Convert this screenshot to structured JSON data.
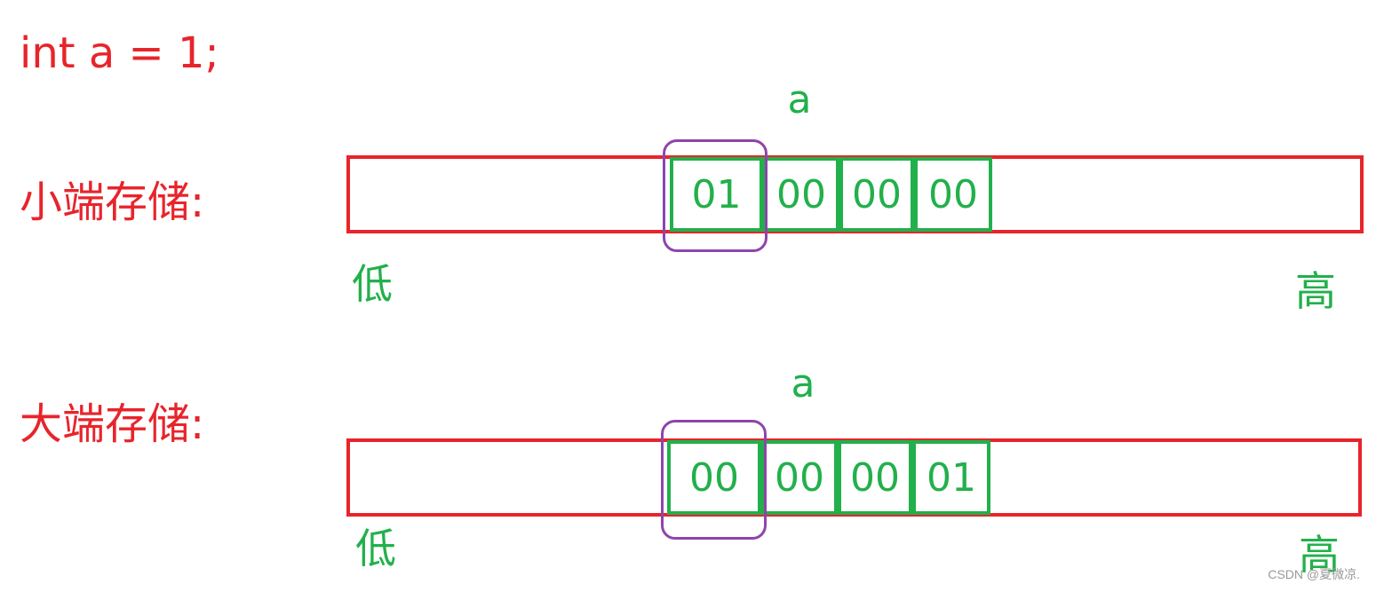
{
  "code": "int a = 1;",
  "rows": [
    {
      "label": "小端存储:",
      "var_label": "a",
      "bytes": [
        "01",
        "00",
        "00",
        "00"
      ],
      "low_label": "低",
      "high_label": "高"
    },
    {
      "label": "大端存储:",
      "var_label": "a",
      "bytes": [
        "00",
        "00",
        "00",
        "01"
      ],
      "low_label": "低",
      "high_label": "高"
    }
  ],
  "watermark": "CSDN @夏微凉.",
  "colors": {
    "label_red": "#e8242b",
    "byte_green": "#22b04b",
    "highlight_purple": "#8e44ad"
  }
}
